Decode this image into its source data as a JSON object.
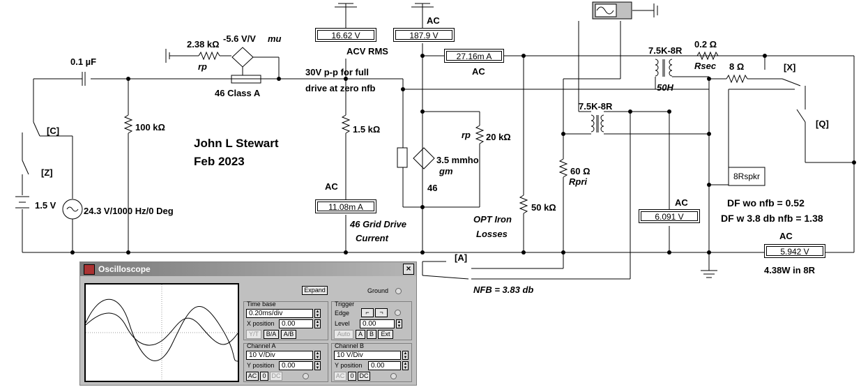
{
  "labels": {
    "cap": "0.1 µF",
    "r100k": "100 kΩ",
    "switch_c": "[C]",
    "switch_z": "[Z]",
    "battery": "1.5 V",
    "source": "24.3 V/1000 Hz/0 Deg",
    "rp1_value": "2.38 kΩ",
    "rp1_name": "rp",
    "vcvs_gain": "-5.6 V/V",
    "mu": "mu",
    "tube_name": "46 Class A",
    "author": "John L Stewart",
    "date": "Feb 2023",
    "note_drive_1": "30V p-p for full",
    "note_drive_2": "drive at zero nfb",
    "r15k": "1.5 kΩ",
    "ac_grid": "AC",
    "grid_drive_1": "46 Grid Drive",
    "grid_drive_2": "Current",
    "acv_rms": "ACV RMS",
    "ac_plate": "AC",
    "ac_current": "AC",
    "rp2_name": "rp",
    "r20k": "20 kΩ",
    "gm_value": "3.5 mmho",
    "gm_name": "gm",
    "tube46": "46",
    "opt_iron_1": "OPT Iron",
    "opt_iron_2": "Losses",
    "r50k": "50 kΩ",
    "switch_a": "[A]",
    "nfb": "NFB = 3.83 db",
    "xfmr1": "7.5K-8R",
    "xfmr1_l": "50H",
    "rsec_value": "0.2 Ω",
    "rsec_name": "Rsec",
    "xfmr2": "7.5K-8R",
    "r60": "60 Ω",
    "rpri": "Rpri",
    "r8": "8 Ω",
    "switch_x": "[X]",
    "switch_q": "[Q]",
    "spkr": "8Rspkr",
    "ac_v2": "AC",
    "ac_out": "AC",
    "df_wo": "DF wo nfb = 0.52",
    "df_w": "DF w 3.8 db nfb = 1.38",
    "power": "4.38W in 8R"
  },
  "meters": {
    "grid_current": "11.08m A",
    "acv_rms": "16.62  V",
    "plate_v": "187.9  V",
    "plate_i": "27.16m A",
    "sec_v": "6.091  V",
    "out_v": "5.942  V"
  },
  "oscilloscope": {
    "title": "Oscilloscope",
    "close": "×",
    "expand": "Expand",
    "ground": "Ground",
    "timebase_title": "Time base",
    "timebase_value": "0.20ms/div",
    "xpos_label": "X position",
    "xpos_value": "0.00",
    "btn_yt": "Y/T",
    "btn_ba": "B/A",
    "btn_ab": "A/B",
    "trigger_title": "Trigger",
    "edge_label": "Edge",
    "level_label": "Level",
    "level_value": "0.00",
    "btn_auto": "Auto",
    "btn_a": "A",
    "btn_b": "B",
    "btn_ext": "Ext",
    "cha_title": "Channel A",
    "cha_value": "10  V/Div",
    "cha_ypos_label": "Y position",
    "cha_ypos_value": "0.00",
    "chb_title": "Channel B",
    "chb_value": "10  V/Div",
    "chb_ypos_label": "Y position",
    "chb_ypos_value": "0.00",
    "btn_ac": "AC",
    "btn_0": "0",
    "btn_dc": "DC"
  }
}
